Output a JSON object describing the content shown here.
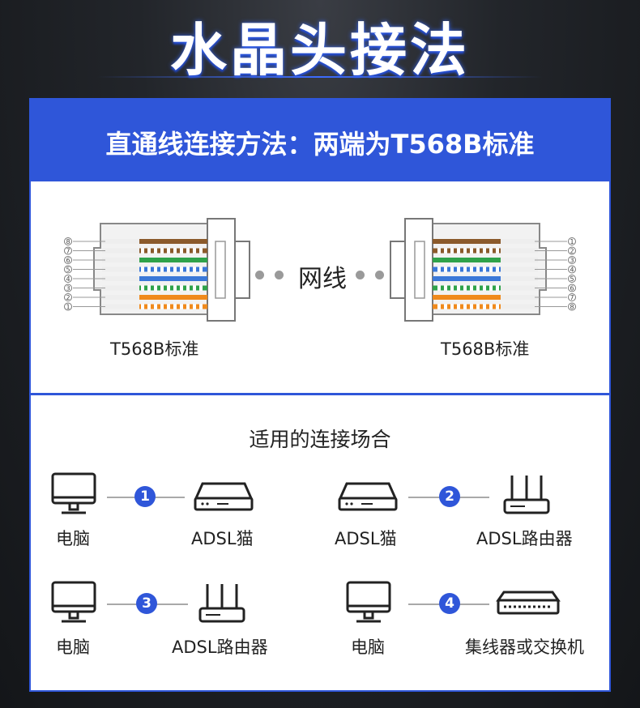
{
  "title": "水晶头接法",
  "header": {
    "text": "直通线连接方法：两端为T568B标准"
  },
  "connectors": {
    "left_label": "T568B标准",
    "right_label": "T568B标准",
    "cable_label": "网线",
    "left_pins": [
      "8",
      "7",
      "6",
      "5",
      "4",
      "3",
      "2",
      "1"
    ],
    "right_pins": [
      "1",
      "2",
      "3",
      "4",
      "5",
      "6",
      "7",
      "8"
    ]
  },
  "usage": {
    "title": "适用的连接场合",
    "pairs": [
      {
        "num": "1",
        "left": "电脑",
        "right": "ADSL猫",
        "left_icon": "monitor-icon",
        "right_icon": "modem-icon"
      },
      {
        "num": "2",
        "left": "ADSL猫",
        "right": "ADSL路由器",
        "left_icon": "modem-icon",
        "right_icon": "router-icon"
      },
      {
        "num": "3",
        "left": "电脑",
        "right": "ADSL路由器",
        "left_icon": "monitor-icon",
        "right_icon": "router-icon"
      },
      {
        "num": "4",
        "left": "电脑",
        "right": "集线器或交换机",
        "left_icon": "monitor-icon",
        "right_icon": "switch-icon"
      }
    ]
  },
  "colors": {
    "accent": "#2f56d9",
    "background": "#17191d"
  }
}
